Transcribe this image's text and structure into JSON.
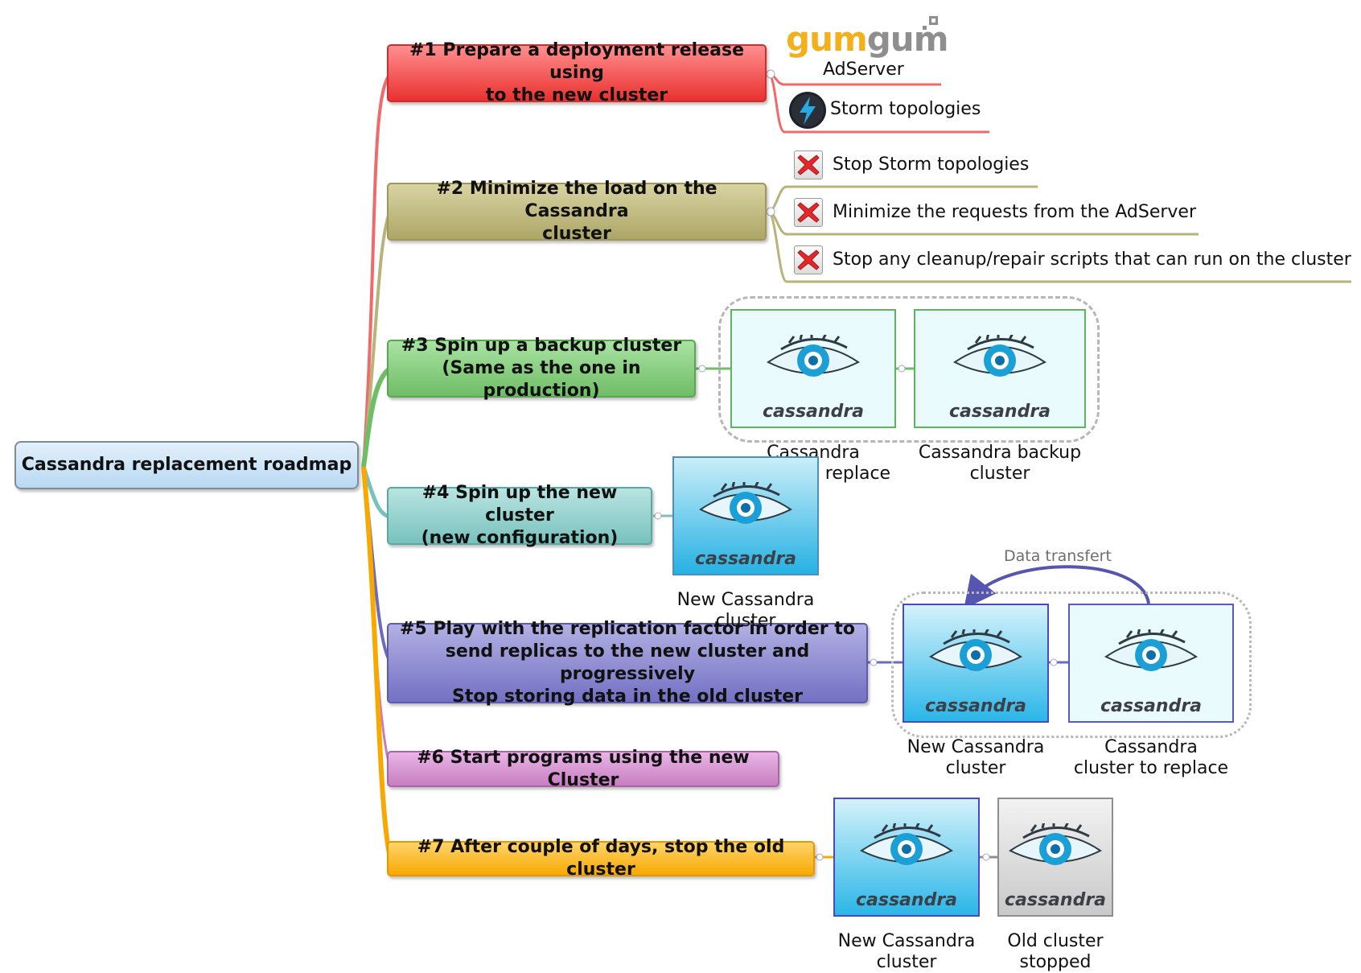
{
  "root": {
    "label": "Cassandra replacement roadmap"
  },
  "topics": [
    {
      "label": "#1 Prepare a deployment release using\nto the  new cluster"
    },
    {
      "label": "#2 Minimize the load on the Cassandra\ncluster"
    },
    {
      "label": "#3 Spin up a backup cluster\n(Same as the one in production)"
    },
    {
      "label": "#4 Spin up the new cluster\n(new configuration)"
    },
    {
      "label": "#5 Play with the replication factor in order to\nsend replicas to the new cluster and progressively\nStop storing data in the old cluster"
    },
    {
      "label": "#6 Start programs using the new Cluster"
    },
    {
      "label": "#7 After couple of days, stop the old cluster"
    }
  ],
  "topic1_items": {
    "gumgum_logo": "gumgum",
    "adserver": "AdServer",
    "storm": "Storm topologies",
    "storm_icon": "lightning-icon"
  },
  "topic2_items": [
    {
      "icon": "red-x-icon",
      "label": "Stop Storm topologies"
    },
    {
      "icon": "red-x-icon",
      "label": "Minimize the requests from the AdServer"
    },
    {
      "icon": "red-x-icon",
      "label": "Stop any cleanup/repair scripts that can run on the cluster"
    }
  ],
  "cassandra_brand": "cassandra",
  "topic3_nodes": [
    {
      "label": "Cassandra\ncluster to replace"
    },
    {
      "label": "Cassandra backup\ncluster"
    }
  ],
  "topic4_nodes": [
    {
      "label": "New Cassandra\ncluster"
    }
  ],
  "topic5_nodes": [
    {
      "label": "New Cassandra\ncluster"
    },
    {
      "label": "Cassandra\ncluster to replace"
    }
  ],
  "topic5_relation": "Data transfert",
  "topic7_nodes": [
    {
      "label": "New Cassandra\ncluster"
    },
    {
      "label": "Old cluster\nstopped"
    }
  ],
  "colors": {
    "t1": "#e9312f",
    "t2": "#ada667",
    "t3": "#6fbd66",
    "t4": "#78c2bd",
    "t5": "#7371c3",
    "t6": "#c77ec1",
    "t7": "#f7a900"
  }
}
